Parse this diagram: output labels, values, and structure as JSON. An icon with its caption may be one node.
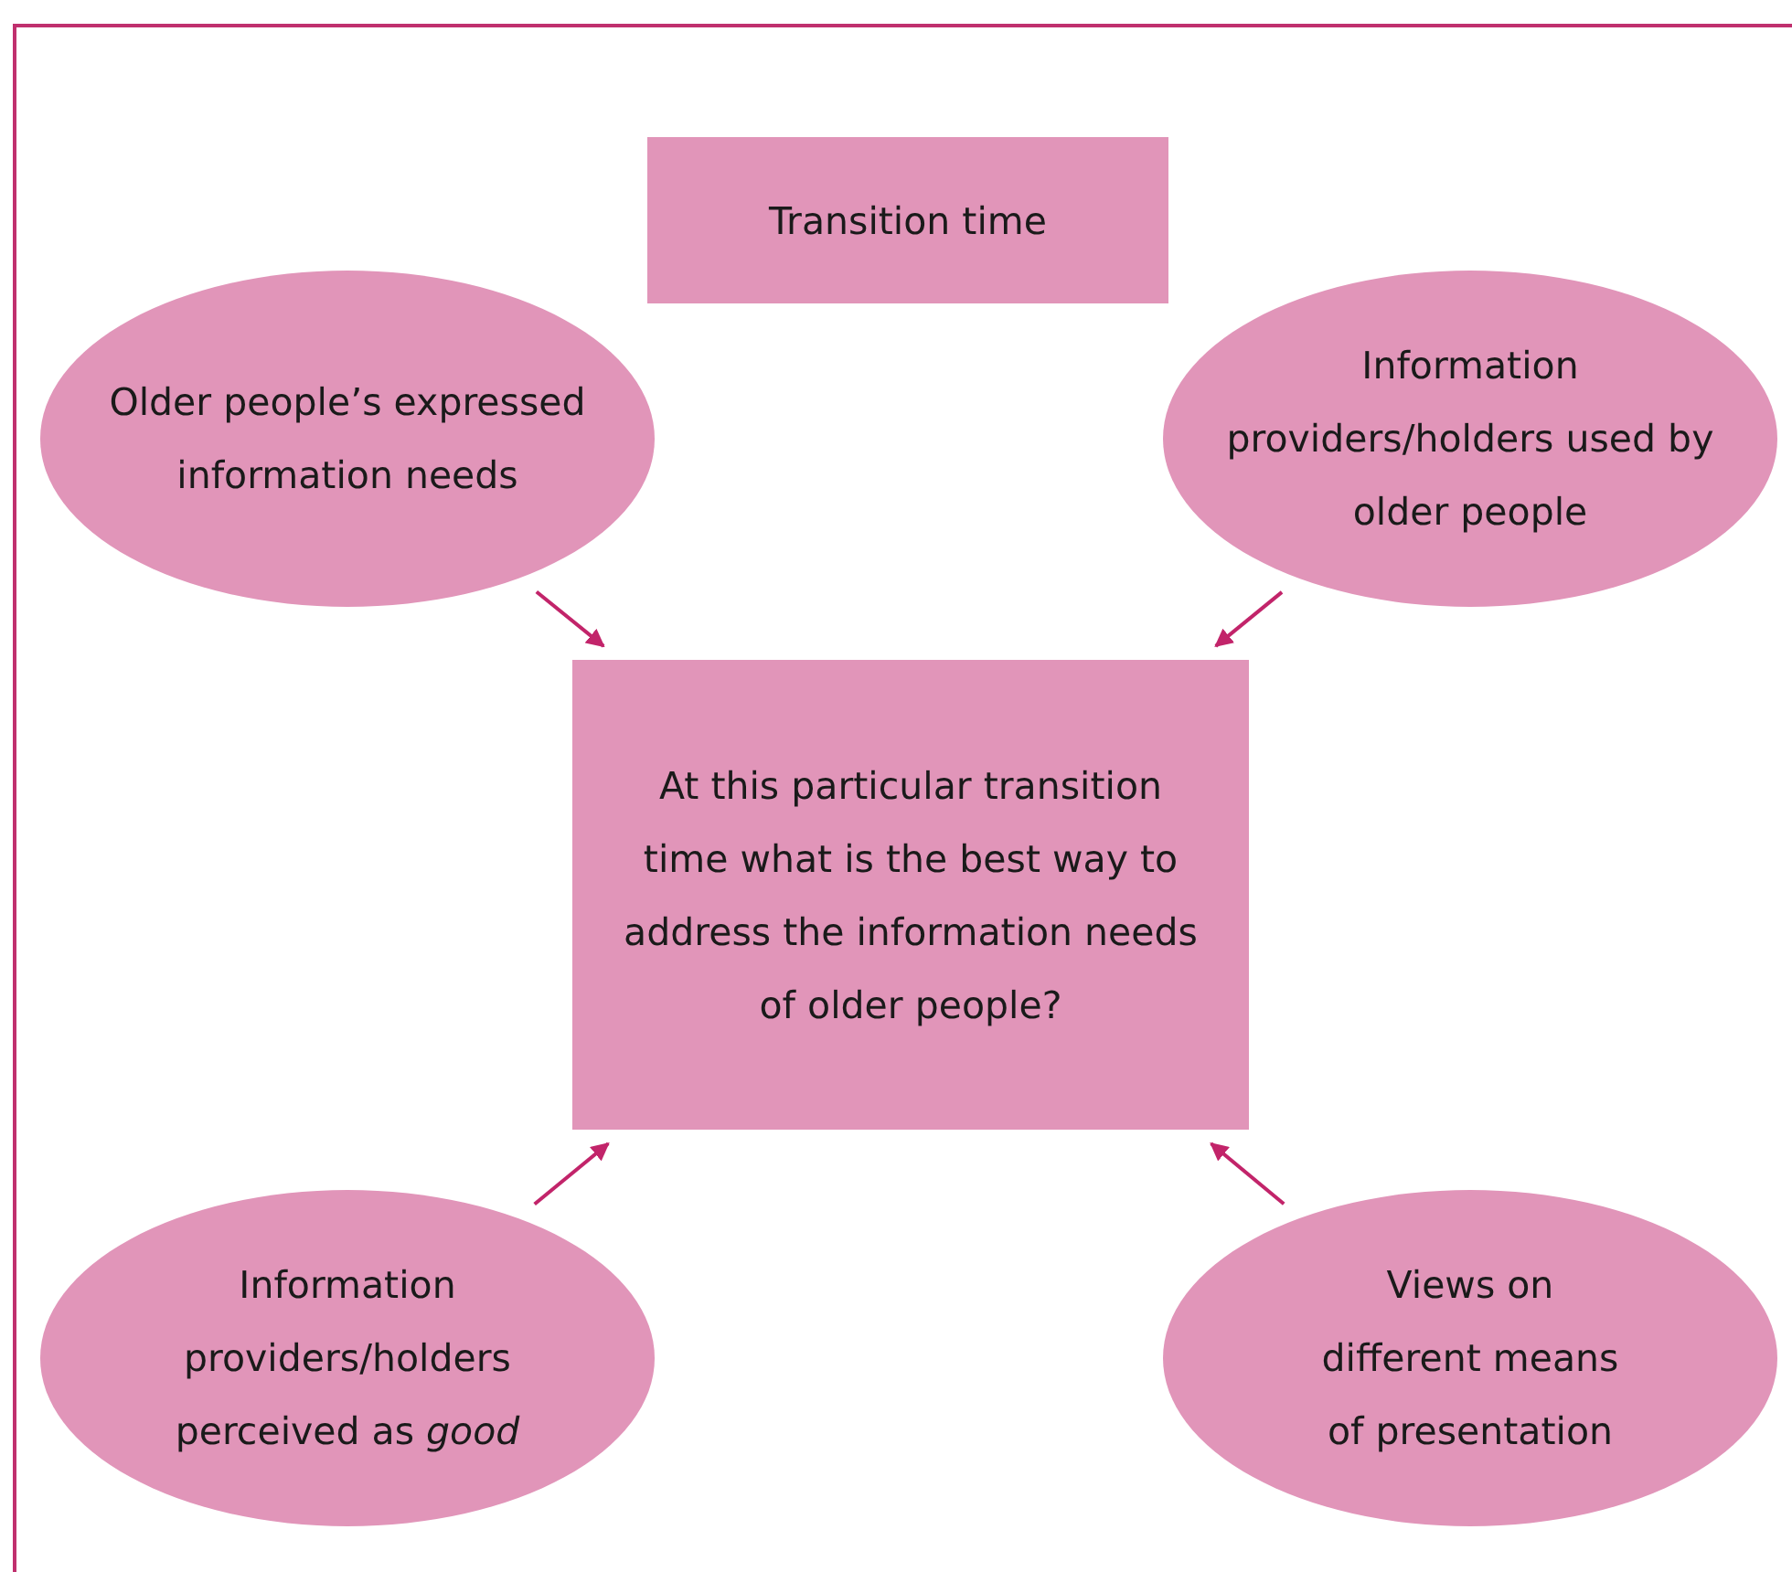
{
  "diagram": {
    "nodes": [
      {
        "text": [
          "Transition time"
        ]
      },
      {
        "text": [
          "Older people’s expressed information needs"
        ]
      },
      {
        "text": [
          "Information providers/holders used by older people"
        ]
      },
      {
        "text": [
          "At this particular transition time what is the best way to address the information needs of older people?"
        ]
      },
      {
        "text": [
          "Information providers/holders perceived as *good*"
        ]
      },
      {
        "text": [
          "Views on different means of presentation"
        ]
      }
    ],
    "edges": [
      {
        "from": 1,
        "to": 3,
        "arrow": "to"
      },
      {
        "from": 2,
        "to": 3,
        "arrow": "to"
      },
      {
        "from": 4,
        "to": 3,
        "arrow": "to"
      },
      {
        "from": 5,
        "to": 3,
        "arrow": "to"
      }
    ]
  }
}
